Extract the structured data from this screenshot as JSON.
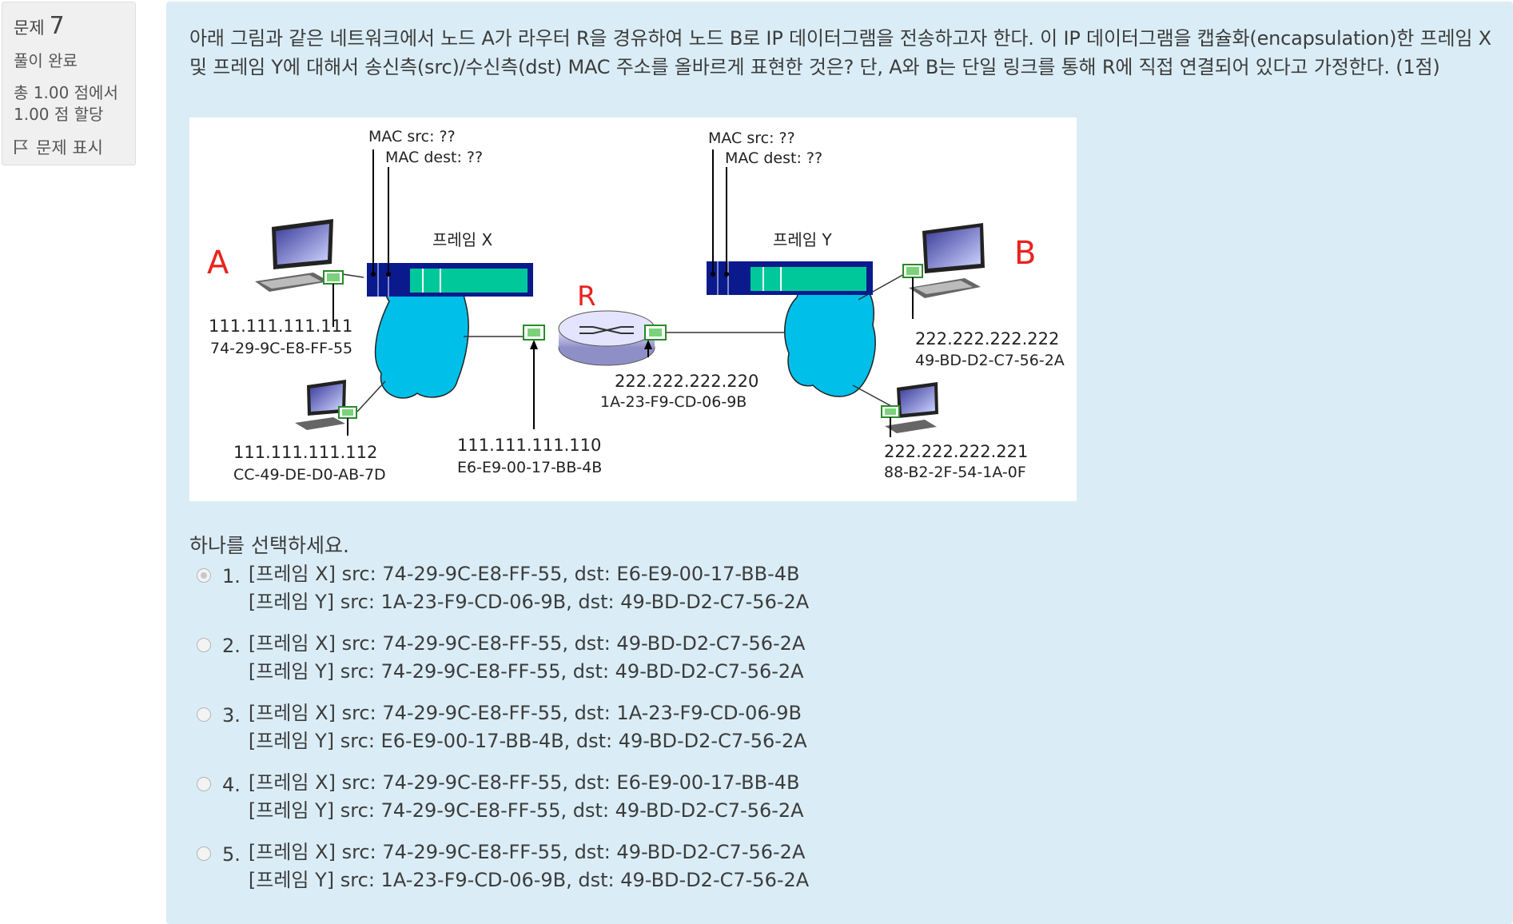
{
  "info": {
    "question_label": "문제",
    "question_number": "7",
    "state": "풀이 완료",
    "grade_line1": "총 1.00 점에서",
    "grade_line2": "1.00 점 할당",
    "flag_label": "문제 표시"
  },
  "question": {
    "text": "아래 그림과 같은 네트워크에서 노드 A가 라우터 R을 경유하여 노드 B로 IP 데이터그램을 전송하고자 한다. 이 IP 데이터그램을 캡슐화(encapsulation)한 프레임 X 및 프레임 Y에 대해서 송신측(src)/수신측(dst) MAC 주소를 올바르게 표현한 것은? 단, A와 B는 단일 링크를 통해 R에 직접 연결되어 있다고 가정한다. (1점)"
  },
  "diagram": {
    "frame_x": {
      "mac_src": "MAC src: ??",
      "mac_dest": "MAC dest: ??",
      "label": "프레임 X"
    },
    "frame_y": {
      "mac_src": "MAC src: ??",
      "mac_dest": "MAC dest: ??",
      "label": "프레임 Y"
    },
    "node_a": {
      "name": "A",
      "ip": "111.111.111.111",
      "mac": "74-29-9C-E8-FF-55"
    },
    "node_a2": {
      "ip": "111.111.111.112",
      "mac": "CC-49-DE-D0-AB-7D"
    },
    "router": {
      "name": "R",
      "left_ip": "111.111.111.110",
      "left_mac": "E6-E9-00-17-BB-4B",
      "right_ip": "222.222.222.220",
      "right_mac": "1A-23-F9-CD-06-9B"
    },
    "node_b": {
      "name": "B",
      "ip": "222.222.222.222",
      "mac": "49-BD-D2-C7-56-2A"
    },
    "node_b2": {
      "ip": "222.222.222.221",
      "mac": "88-B2-2F-54-1A-0F"
    },
    "colors": {
      "frame_blue": "#0a1a8c",
      "frame_green": "#00c89a",
      "cloud": "#00bfe8",
      "label_red": "#e8231e"
    }
  },
  "prompt": "하나를 선택하세요.",
  "options": [
    {
      "num": "1.",
      "line1": "[프레임 X] src: 74-29-9C-E8-FF-55, dst: E6-E9-00-17-BB-4B",
      "line2": "[프레임 Y] src: 1A-23-F9-CD-06-9B, dst: 49-BD-D2-C7-56-2A",
      "selected": true
    },
    {
      "num": "2.",
      "line1": "[프레임 X] src: 74-29-9C-E8-FF-55, dst: 49-BD-D2-C7-56-2A",
      "line2": "[프레임 Y] src: 74-29-9C-E8-FF-55, dst: 49-BD-D2-C7-56-2A",
      "selected": false
    },
    {
      "num": "3.",
      "line1": "[프레임 X] src: 74-29-9C-E8-FF-55, dst: 1A-23-F9-CD-06-9B",
      "line2": "[프레임 Y] src: E6-E9-00-17-BB-4B, dst: 49-BD-D2-C7-56-2A",
      "selected": false
    },
    {
      "num": "4.",
      "line1": "[프레임 X] src: 74-29-9C-E8-FF-55, dst: E6-E9-00-17-BB-4B",
      "line2": "[프레임 Y] src: 74-29-9C-E8-FF-55, dst: 49-BD-D2-C7-56-2A",
      "selected": false
    },
    {
      "num": "5.",
      "line1": "[프레임 X] src: 74-29-9C-E8-FF-55, dst: 49-BD-D2-C7-56-2A",
      "line2": "[프레임 Y] src: 1A-23-F9-CD-06-9B, dst: 49-BD-D2-C7-56-2A",
      "selected": false
    }
  ]
}
